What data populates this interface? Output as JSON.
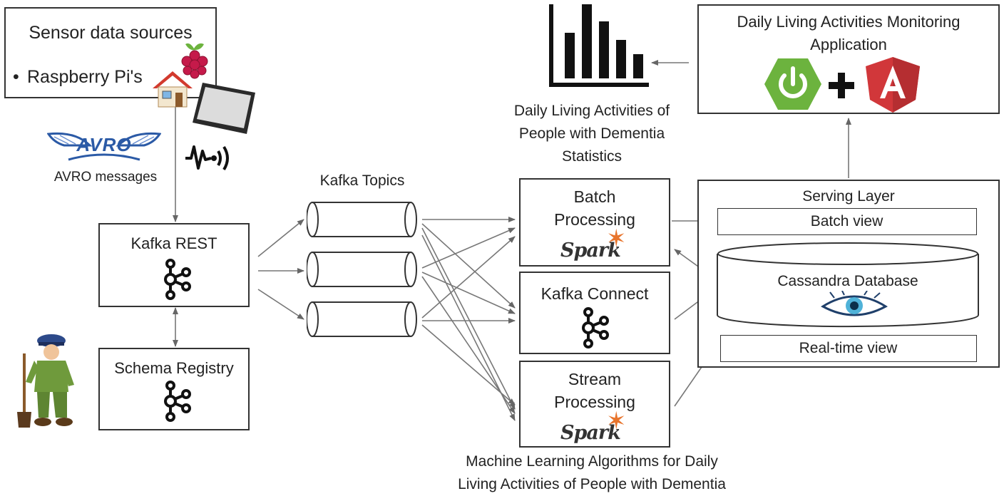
{
  "sensor": {
    "title": "Sensor data sources",
    "item_bullet": "•",
    "item": "Raspberry Pi's"
  },
  "avro": {
    "logo_text": "AVRO",
    "label": "AVRO messages"
  },
  "kafka_rest": {
    "label": "Kafka REST"
  },
  "schema_registry": {
    "label": "Schema Registry"
  },
  "kafka_topics": {
    "label": "Kafka Topics"
  },
  "batch": {
    "line1": "Batch",
    "line2": "Processing",
    "logo": "Spark"
  },
  "kafka_connect": {
    "label": "Kafka Connect"
  },
  "stream": {
    "line1": "Stream",
    "line2": "Processing",
    "logo": "Spark"
  },
  "ml_caption": {
    "line1": "Machine Learning Algorithms for Daily",
    "line2": "Living Activities of People with Dementia"
  },
  "serving": {
    "title": "Serving Layer",
    "batch_view": "Batch view",
    "cassandra": "Cassandra Database",
    "realtime_view": "Real-time view"
  },
  "app": {
    "line1": "Daily Living Activities Monitoring",
    "line2": "Application"
  },
  "stats": {
    "line1": "Daily Living Activities of",
    "line2": "People with Dementia",
    "line3": "Statistics"
  },
  "icons": {
    "kafka": "kafka-icon",
    "spark": "spark-icon",
    "raspberry": "raspberry-pi-icon",
    "house": "house-icon",
    "tablet": "tablet-icon",
    "signal": "signal-icon",
    "bar_chart": "bar-chart-icon",
    "spring": "spring-boot-icon",
    "angular": "angular-icon",
    "eye": "cassandra-eye-icon",
    "worker": "worker-figure-icon"
  },
  "colors": {
    "spring_green": "#6cb33e",
    "angular_red": "#d1373a",
    "spark_orange": "#e8742c",
    "avro_blue": "#2b5aa6",
    "raspberry": "#c51a4a"
  }
}
